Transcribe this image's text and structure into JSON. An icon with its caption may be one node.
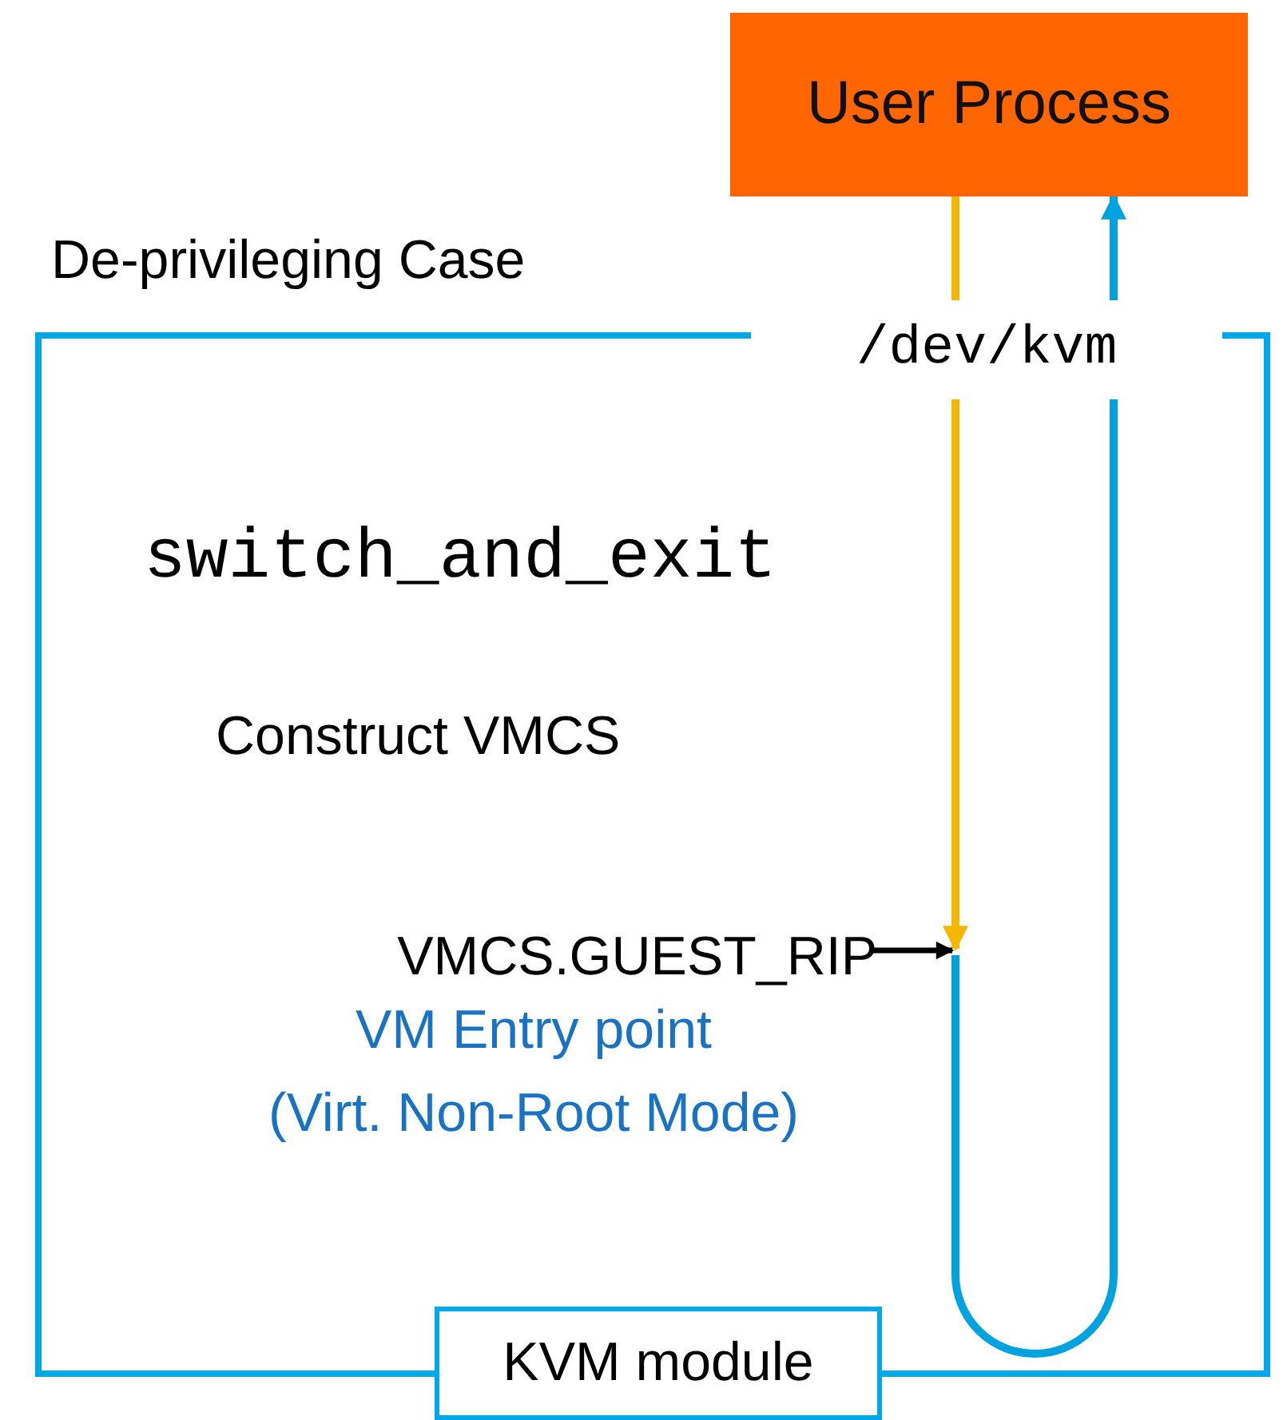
{
  "diagram": {
    "nodes": [
      {
        "text": [
          "User Process"
        ]
      },
      {
        "text": [
          "De-privileging Case"
        ]
      },
      {
        "text": [
          "/dev/kvm"
        ]
      },
      {
        "text": [
          "VMCS.GUEST_RIP"
        ],
        "in": 1,
        "beside": [
          "VM Entry point",
          "(Virt. Non-Root Mode)"
        ]
      },
      {
        "text": [
          "KVM module"
        ]
      }
    ],
    "edges": [
      {
        "from": 0,
        "to": 2,
        "arrow": "none",
        "color": "#f5b700"
      },
      {
        "from": 2,
        "to": null,
        "arrow": "to",
        "color": "#f5b700"
      },
      {
        "from": null,
        "to": 2,
        "arrow": "none",
        "color": "#00a3e0"
      },
      {
        "from": 2,
        "to": 0,
        "arrow": "to",
        "color": "#00a3e0"
      },
      {
        "from": 3,
        "to": null,
        "arrow": "to",
        "color": "#000000"
      }
    ],
    "labels": [
      "switch_and_exit",
      "Construct VMCS"
    ]
  }
}
